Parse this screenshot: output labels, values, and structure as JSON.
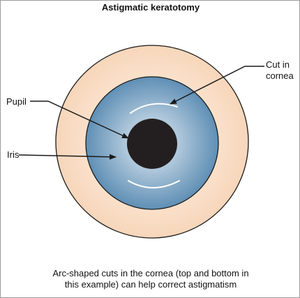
{
  "title": "Astigmatic keratotomy",
  "labels": {
    "cut_in_cornea": "Cut in cornea",
    "pupil": "Pupil",
    "iris": "Iris"
  },
  "caption": {
    "line1": "Arc-shaped cuts in the cornea (top and bottom in",
    "line2": "this example) can help correct astigmatism"
  },
  "colors": {
    "sclera": "#fbe3cf",
    "iris_edge": "#5f8fb5",
    "iris_center": "#e3edf4",
    "pupil": "#231f20",
    "outline": "#1a1a1a",
    "cut": "#ffffff"
  }
}
